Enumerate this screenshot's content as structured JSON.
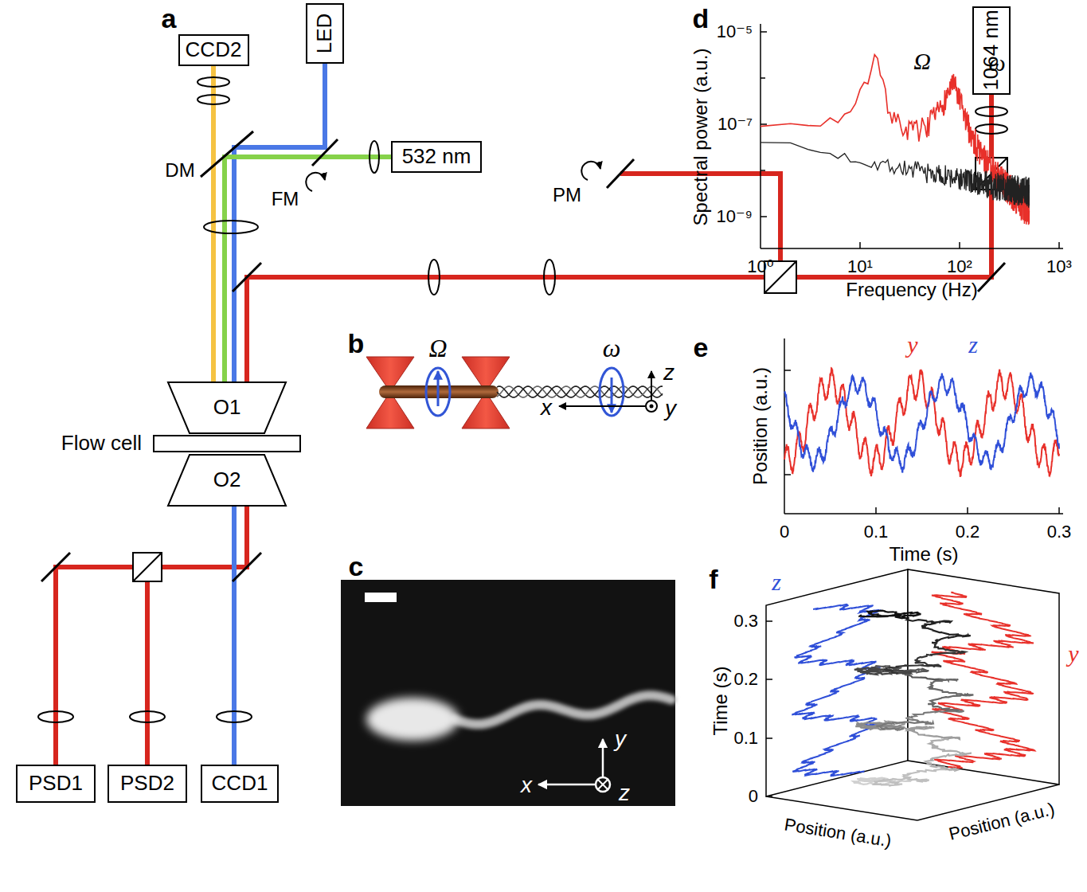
{
  "diagram": {
    "nodes": [
      {
        "text": [
          "CCD2"
        ]
      },
      {
        "text": [
          "LED"
        ]
      },
      {
        "text": [
          "1064 nm"
        ]
      },
      {
        "text": [
          "532 nm"
        ]
      },
      {
        "text": [
          "O1"
        ]
      },
      {
        "text": [
          "Flow cell"
        ]
      },
      {
        "text": [
          "O2"
        ]
      },
      {
        "text": [
          "PSD1"
        ]
      },
      {
        "text": [
          "PSD2"
        ]
      },
      {
        "text": [
          "CCD1"
        ]
      }
    ],
    "edges": [
      {
        "from": 1,
        "to": 4,
        "arrow": "none"
      },
      {
        "from": 3,
        "to": 4,
        "arrow": "none"
      },
      {
        "from": 2,
        "to": 4,
        "arrow": "none"
      },
      {
        "from": 4,
        "to": 0,
        "arrow": "none"
      },
      {
        "from": 6,
        "to": 7,
        "arrow": "none"
      },
      {
        "from": 6,
        "to": 8,
        "arrow": "none"
      },
      {
        "from": 6,
        "to": 9,
        "arrow": "none"
      }
    ],
    "labels": [
      "a",
      "b",
      "c",
      "d",
      "e",
      "f",
      "DM",
      "FM",
      "PM",
      "Ω",
      "ω",
      "z",
      "x",
      "y",
      "y",
      "x",
      "z",
      "10⁻⁵",
      "10⁻⁷",
      "10⁻⁹",
      "10⁰",
      "10¹",
      "10²",
      "10³",
      "Spectral power (a.u.)",
      "Frequency (Hz)",
      "Ω",
      "ω",
      "y",
      "z",
      "Position (a.u.)",
      "0",
      "0.1",
      "0.2",
      "0.3",
      "Time (s)",
      "Time (s)",
      "0.3",
      "0.2",
      "0.1",
      "0",
      "Position (a.u.)",
      "Position (a.u.)",
      "z",
      "y"
    ]
  }
}
